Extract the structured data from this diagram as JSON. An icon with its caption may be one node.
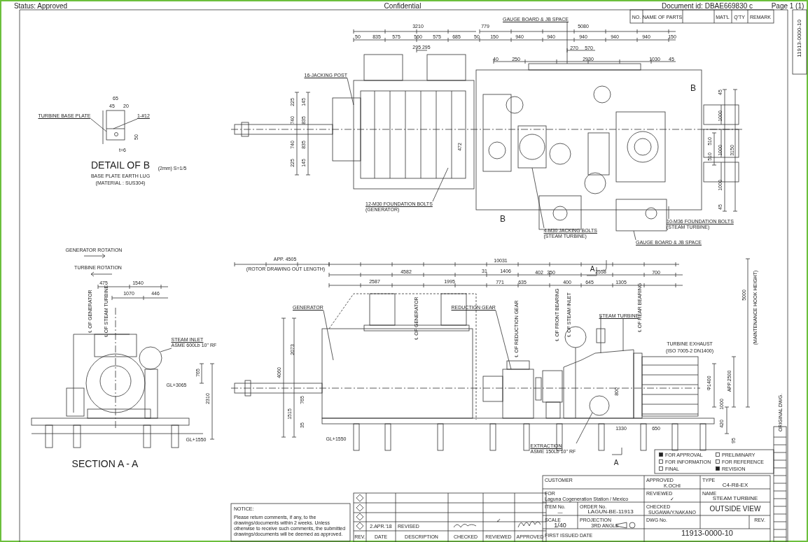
{
  "diagram": {
    "nodes": [
      {
        "text": [
          "TURBINE BASE PLATE"
        ]
      },
      {
        "text": [
          "1-#12"
        ]
      },
      {
        "text": [
          "16-JACKING POST"
        ]
      },
      {
        "text": [
          "GAUGE BOARD & JB SPACE"
        ]
      },
      {
        "text": [
          "12-M30 FOUNDATION BOLTS",
          "(GENERATOR)"
        ]
      },
      {
        "text": [
          "4-M30 JACKING BOLTS",
          "(STEAM TURBINE)"
        ]
      },
      {
        "text": [
          "10-M36 FOUNDATION BOLTS",
          "(STEAM TURBINE)"
        ]
      },
      {
        "text": [
          "GAUGE BOARD & JB SPACE"
        ]
      },
      {
        "text": [
          "STEAM INLET",
          "ASME 600Lb 10\" RF"
        ]
      },
      {
        "text": [
          "GENERATOR"
        ]
      },
      {
        "text": [
          "REDUCTION GEAR"
        ]
      },
      {
        "text": [
          "STEAM TURBINE"
        ]
      },
      {
        "text": [
          "EXTRACTION",
          "ASME 150Lb 10\" RF"
        ]
      }
    ],
    "edges": [
      {
        "from": 0,
        "to": null,
        "arrow": "none"
      },
      {
        "from": 1,
        "to": null,
        "arrow": "none"
      },
      {
        "from": 2,
        "to": null,
        "arrow": "none"
      },
      {
        "from": 3,
        "to": null,
        "arrow": "none"
      },
      {
        "from": 4,
        "to": null,
        "arrow": "none"
      },
      {
        "from": 5,
        "to": null,
        "arrow": "none"
      },
      {
        "from": 6,
        "to": null,
        "arrow": "none"
      },
      {
        "from": 7,
        "to": null,
        "arrow": "none"
      },
      {
        "from": 8,
        "to": null,
        "arrow": "none"
      },
      {
        "from": 9,
        "to": null,
        "arrow": "none"
      },
      {
        "from": 10,
        "to": null,
        "arrow": "none"
      },
      {
        "from": 11,
        "to": null,
        "arrow": "none"
      },
      {
        "from": 12,
        "to": null,
        "arrow": "none"
      }
    ],
    "labels": [
      "Status: Approved",
      "Confidential",
      "Document id: DBAE669830 c",
      "Page 1 (1)",
      "NO.",
      "NAME OF PARTS",
      "MAT'L",
      "Q'TY",
      "REMARK",
      "11913-0000-10",
      "3210",
      "779",
      "5080",
      "50",
      "835",
      "575",
      "560",
      "575",
      "685",
      "50",
      "150",
      "940",
      "940",
      "940",
      "940",
      "940",
      "150",
      "295 295",
      "270",
      "570",
      "40",
      "250",
      "2930",
      "1030",
      "45",
      "225",
      "740",
      "740",
      "225",
      "145",
      "835",
      "835",
      "145",
      "472",
      "45",
      "1000",
      "1000",
      "1000",
      "45",
      "510",
      "510",
      "3150",
      "B",
      "B",
      "65",
      "45",
      "20",
      "50",
      "t=6",
      "DETAIL OF B",
      "(2mm) S=1/5",
      "BASE PLATE EARTH LUG",
      "(MATERIAL : SUS304)",
      "GENERATOR ROTATION",
      "TURBINE ROTATION",
      "475",
      "1540",
      "1070",
      "446",
      "℄ OF GENERATOR",
      "℄ OF STEAM TURBINE",
      "765",
      "GL+3065",
      "2310",
      "GL+1550",
      "SECTION A - A",
      "APP. 4505",
      "(ROTOR DRAWING OUT LENGTH)",
      "10031",
      "4582",
      "31",
      "1406",
      "402",
      "350",
      "2558",
      "700",
      "2587",
      "1995",
      "771",
      "635",
      "400",
      "645",
      "1305",
      "℄ OF GENERATOR",
      "℄ OF REDUCTION GEAR",
      "℄ OF FRONT BEARING",
      "℄ OF STEAM INLET",
      "℄ OF REAR BEARING",
      "2073",
      "4060",
      "765",
      "1515",
      "35",
      "GL+1550",
      "5000",
      "(MAINTENANCE HOOK HEIGHT)",
      "APP.2500",
      "Φ1400",
      "1000",
      "420",
      "95",
      "1330",
      "650",
      "800",
      "TURBINE EXHAUST",
      "(ISO 7005-2 DN1400)",
      "A",
      "A",
      "FOR APPROVAL",
      "PRELIMINARY",
      "FOR INFORMATION",
      "FOR REFERENCE",
      "FINAL",
      "REVISION",
      "2.APR.'18",
      "REVISED",
      "✓",
      "REV.",
      "DATE",
      "DESCRIPTION",
      "CHECKED",
      "REVIEWED",
      "APPROVED",
      "NOTICE:",
      "Please return comments, if any, to the drawings/documents within 2 weeks. Unless otherwise to receive such comments, the submitted drawings/documents will be deemed as approved.",
      "CUSTOMER",
      "FOR",
      "Laguna Cogeneration Station / Mexico",
      "ITEM No.",
      "—",
      "ORDER No.",
      "LAGUN-BE-11913",
      "SCALE",
      "1/40",
      "PROJECTION",
      "3RD ANGLE",
      "FIRST ISSUED DATE",
      "APPROVED",
      "K.OCHI",
      "REVIEWED",
      "✓",
      "CHECKED",
      "SUGAWA/Y.NAKANO",
      "DWG No.",
      "11913-0000-10",
      "REV.",
      "TYPE",
      "C4-R8-EX",
      "NAME",
      "STEAM TURBINE",
      "OUTSIDE VIEW",
      "ORIGINAL DWG."
    ]
  }
}
